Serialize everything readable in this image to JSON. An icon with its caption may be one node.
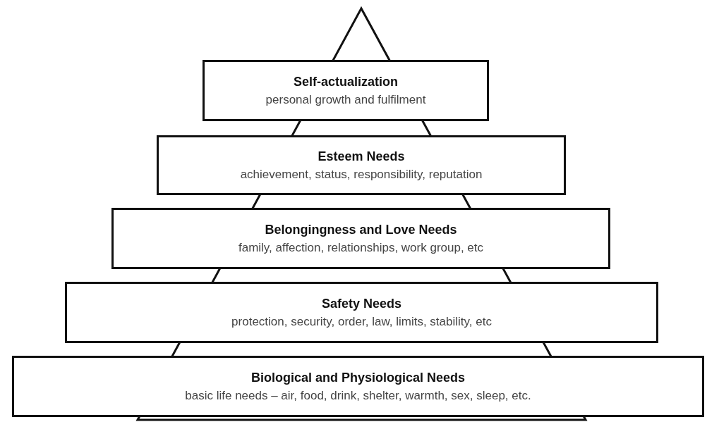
{
  "diagram": {
    "nodes": [
      {
        "text": [
          "Self-actualization",
          "personal growth and fulfilment"
        ]
      },
      {
        "text": [
          "Esteem Needs",
          "achievement, status, responsibility, reputation"
        ]
      },
      {
        "text": [
          "Belongingness and Love Needs",
          "family, affection, relationships, work group, etc"
        ]
      },
      {
        "text": [
          "Safety Needs",
          "protection, security, order, law, limits, stability, etc"
        ]
      },
      {
        "text": [
          "Biological and Physiological Needs",
          "basic life needs – air, food, drink, shelter, warmth, sex, sleep, etc."
        ]
      }
    ]
  }
}
